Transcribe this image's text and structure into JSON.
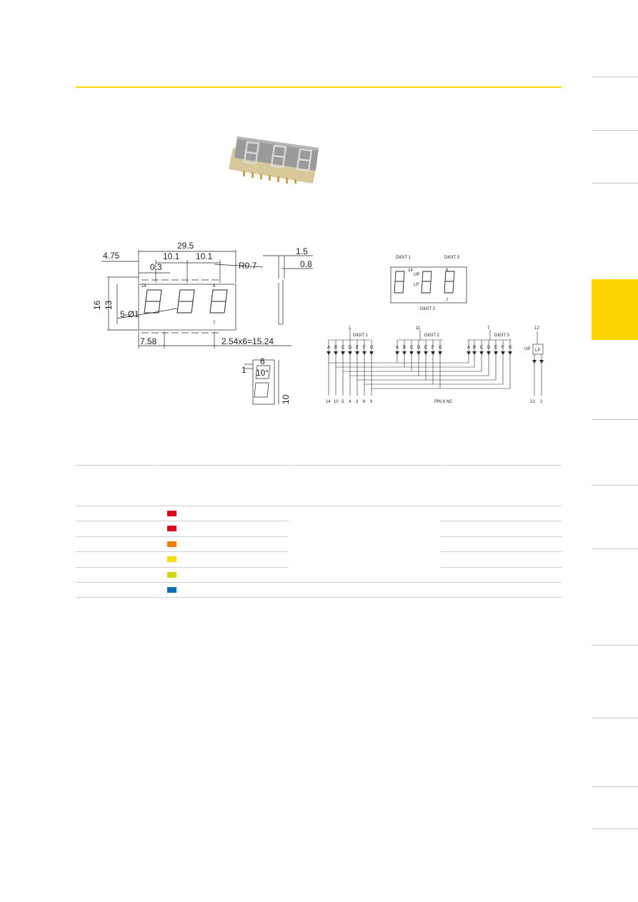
{
  "dimensions": {
    "width_total": "29.5",
    "offset_left": "4.75",
    "pitch_a": "10.1",
    "pitch_b": "10.1",
    "gap": "0.3",
    "radius": "R0.7",
    "hole": "5-Ø1",
    "height_outer": "16",
    "height_inner": "13",
    "side_thick": "1.5",
    "side_thin": "0.8",
    "bottom_left": "7.58",
    "pin_pitch": "2.54x6=15.24",
    "pin_14": "14",
    "pin_8": "8",
    "pin_7": "7",
    "seg_width": "6",
    "seg_offset": "1",
    "seg_angle": "10°",
    "seg_height": "10"
  },
  "circuit_top": {
    "digit1": "DIGIT 1",
    "digit3": "DIGIT 3",
    "digit2": "DIGIT 2",
    "up": "UP",
    "lp": "LP",
    "pin14": "14",
    "pin8": "8",
    "pin7": "7"
  },
  "circuit": {
    "digit1_pin": "1",
    "digit1": "DIGIT 1",
    "digit2_pin": "11",
    "digit2": "DIGIT 2",
    "digit3_pin": "7",
    "digit3": "DIGIT 3",
    "extra_pin": "12",
    "segments": [
      "A",
      "B",
      "C",
      "D",
      "E",
      "F",
      "G"
    ],
    "bottom_pins": [
      "14",
      "10",
      "5",
      "4",
      "3",
      "8",
      "9"
    ],
    "pin6_note": "PIN 6 NC",
    "up": "UP",
    "lp": "LP",
    "bottom_right": [
      "13",
      "2"
    ]
  },
  "colors": {
    "accent": "#ffd500",
    "swatches": [
      "#e3001b",
      "#e3001b",
      "#f07d00",
      "#ffdd00",
      "#d4d600",
      "#0070b8"
    ]
  }
}
